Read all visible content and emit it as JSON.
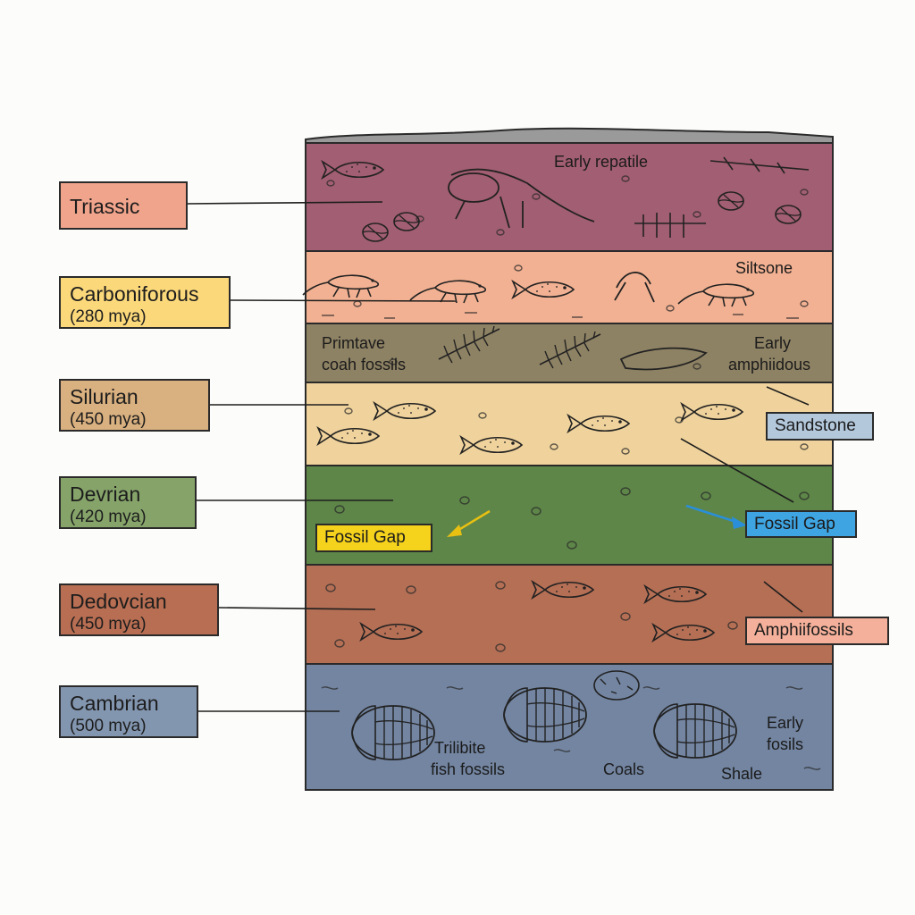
{
  "periods": [
    {
      "name": "Triassic",
      "age": "",
      "color": "#f0a48c"
    },
    {
      "name": "Carboniforous",
      "age": "(280 mya)",
      "color": "#fbd87a"
    },
    {
      "name": "Silurian",
      "age": "(450 mya)",
      "color": "#d9b07f"
    },
    {
      "name": "Devrian",
      "age": "(420 mya)",
      "color": "#86a46a"
    },
    {
      "name": "Dedovcian",
      "age": "(450 mya)",
      "color": "#b86e52"
    },
    {
      "name": "Cambrian",
      "age": "(500 mya)",
      "color": "#8396b0"
    }
  ],
  "layer_colors": [
    "#a25e72",
    "#f2b192",
    "#8e8264",
    "#f0d39c",
    "#5e8648",
    "#b56f55",
    "#7385a1"
  ],
  "layer_text": {
    "early_reptile": "Early repatile",
    "siltsone": "Siltsone",
    "primitive_1": "Primtave",
    "primitive_2": "coah fossils",
    "early_amph_1": "Early",
    "early_amph_2": "amphiidous",
    "trilobite_1": "Trilibite",
    "trilobite_2": "fish fossils",
    "coals": "Coals",
    "shale": "Shale",
    "early_fossils_1": "Early",
    "early_fossils_2": "fosils"
  },
  "tags": {
    "sandstone": {
      "text": "Sandstone",
      "color": "#b4c8dc"
    },
    "fossil_gap_left": {
      "text": "Fossil Gap",
      "color": "#f5d21c",
      "arrow": "#e8c012"
    },
    "fossil_gap_right": {
      "text": "Fossil Gap",
      "color": "#3ea4e2",
      "arrow": "#2a8fd8"
    },
    "amphifossils": {
      "text": "Amphiifossils",
      "color": "#f4b09a"
    }
  }
}
